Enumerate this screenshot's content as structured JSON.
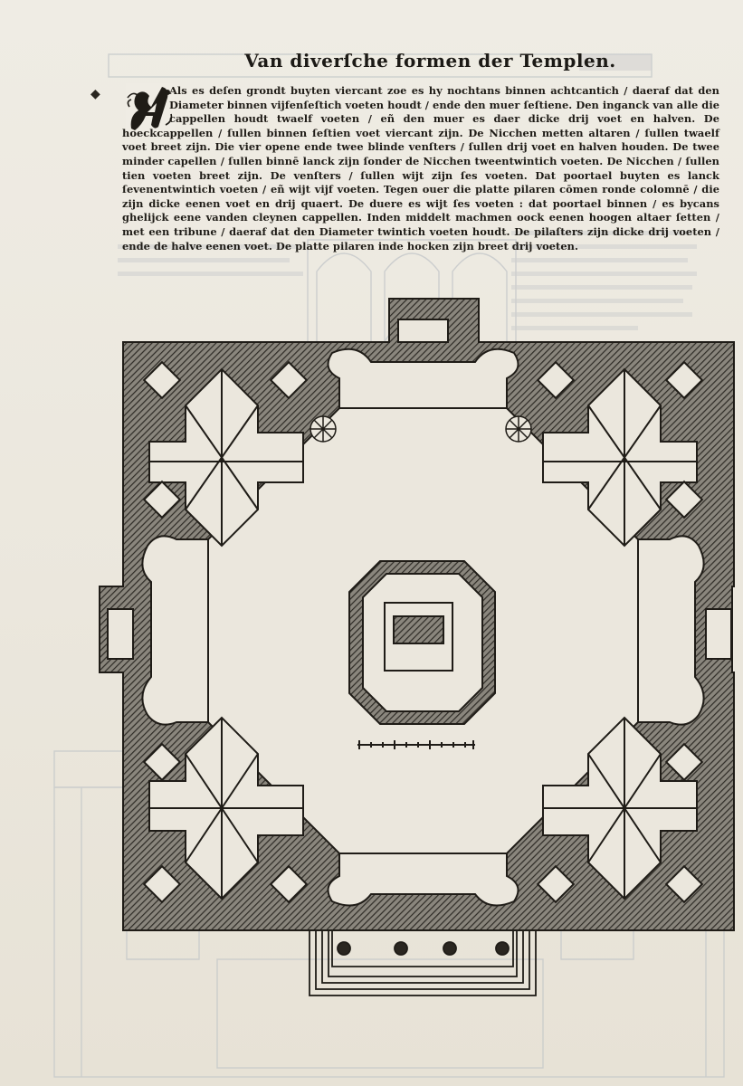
{
  "header": {
    "title": "Van diverſche formen der Templen."
  },
  "body_text": "Als es deſen grondt buyten viercant zoe es hy nochtans binnen achtcantich / daeraf dat den Diameter binnen vijfenſeſtich voeten houdt / ende den muer ſeſtiene. Den inganck van alle die cappellen houdt twaelf voeten / eñ den muer es daer dicke drij voet en halven. De hoeckcappellen / ſullen binnen ſeſtien voet viercant zijn. De Nicchen metten altaren / ſullen twaelf voet breet zijn. Die vier opene ende twee blinde venſters / ſullen drij voet en halven houden. De twee minder capellen / ſullen binnē lanck zijn ſonder de Nicchen tweentwintich voeten. De Nicchen / ſullen tien voeten breet zijn. De venſters / ſullen wijt zijn ſes voeten. Dat poortael buyten es lanck ſevenentwintich voeten / eñ wijt vijf voeten. Tegen ouer die platte pilaren cōmen ronde colomnē / die zijn dicke eenen voet en drij quaert. De duere es wijt ſes voeten : dat poortael binnen / es bycans ghelijck eene vanden cleynen cappellen. Inden middelt machmen oock eenen hoogen altaer ſetten / met een tribune / daeraf dat den Diameter twintich voeten houdt. De pilaſters zijn dicke drij voeten / ende de halve eenen voet. De platte pilaren inde hocken zijn breet drij voeten.",
  "floor_plan": {
    "description_name": "octagonal-temple-ground-plan"
  },
  "colors": {
    "paper": "#ece8df",
    "ink": "#1f1c17",
    "wall_fill": "#6e6a62",
    "bleed_through": "#c3c7c9"
  }
}
